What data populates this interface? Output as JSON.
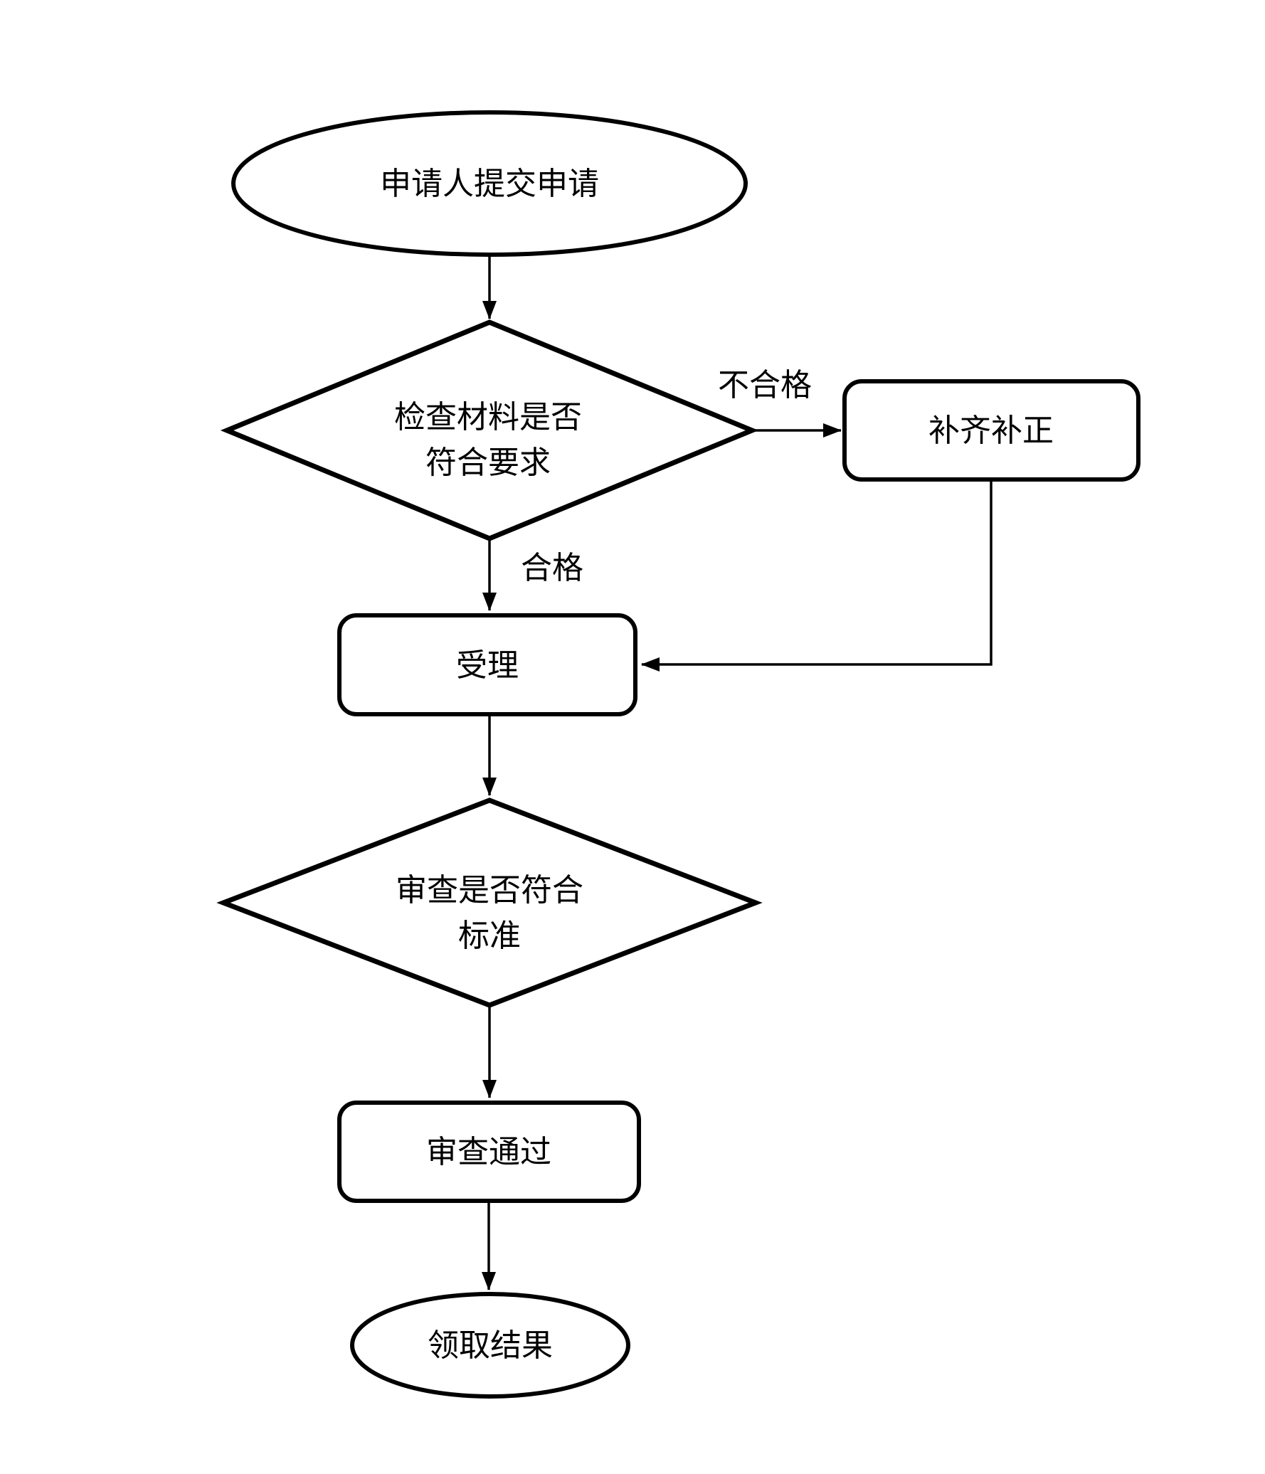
{
  "diagram": {
    "nodes": {
      "start": {
        "shape": "ellipse",
        "label": "申请人提交申请"
      },
      "check_materials": {
        "shape": "diamond",
        "line1": "检查材料是否",
        "line2": "符合要求"
      },
      "supplement": {
        "shape": "rounded-rect",
        "label": "补齐补正"
      },
      "accept": {
        "shape": "rounded-rect",
        "label": "受理"
      },
      "review": {
        "shape": "diamond",
        "line1": "审查是否符合",
        "line2": "标准"
      },
      "approved": {
        "shape": "rounded-rect",
        "label": "审查通过"
      },
      "end": {
        "shape": "ellipse",
        "label": "领取结果"
      }
    },
    "edges": {
      "fail_label": "不合格",
      "pass_label": "合格"
    },
    "colors": {
      "stroke": "#000000",
      "text": "#000000",
      "shape_fill": "#ffffff",
      "background": "#ffffff"
    }
  }
}
